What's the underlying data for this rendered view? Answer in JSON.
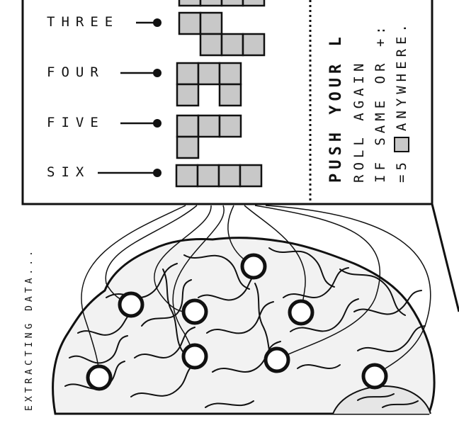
{
  "board": {
    "rows": [
      {
        "label": "THREE",
        "cells": [
          [
            0,
            0
          ],
          [
            1,
            0
          ],
          [
            1,
            1
          ],
          [
            2,
            1
          ],
          [
            3,
            1
          ]
        ]
      },
      {
        "label": "FOUR",
        "cells": [
          [
            0,
            0
          ],
          [
            1,
            0
          ],
          [
            2,
            0
          ],
          [
            0,
            1
          ],
          [
            2,
            1
          ]
        ]
      },
      {
        "label": "FIVE",
        "cells": [
          [
            0,
            0
          ],
          [
            1,
            0
          ],
          [
            2,
            0
          ],
          [
            0,
            1
          ]
        ]
      },
      {
        "label": "SIX",
        "cells": [
          [
            0,
            0
          ],
          [
            1,
            0
          ],
          [
            2,
            0
          ],
          [
            3,
            0
          ]
        ]
      }
    ]
  },
  "instructions": {
    "title": "PUSH YOUR L",
    "line1": "ROLL AGAIN",
    "line2": "IF SAME OR +:",
    "line3_prefix": "=5",
    "line3_suffix": "ANYWHERE."
  },
  "status": {
    "text": "EXTRACTING DATA..."
  },
  "colors": {
    "ink": "#111111",
    "cell_fill": "#c8c8c8",
    "paper": "#ffffff",
    "brain_fill": "#f2f2f2"
  }
}
